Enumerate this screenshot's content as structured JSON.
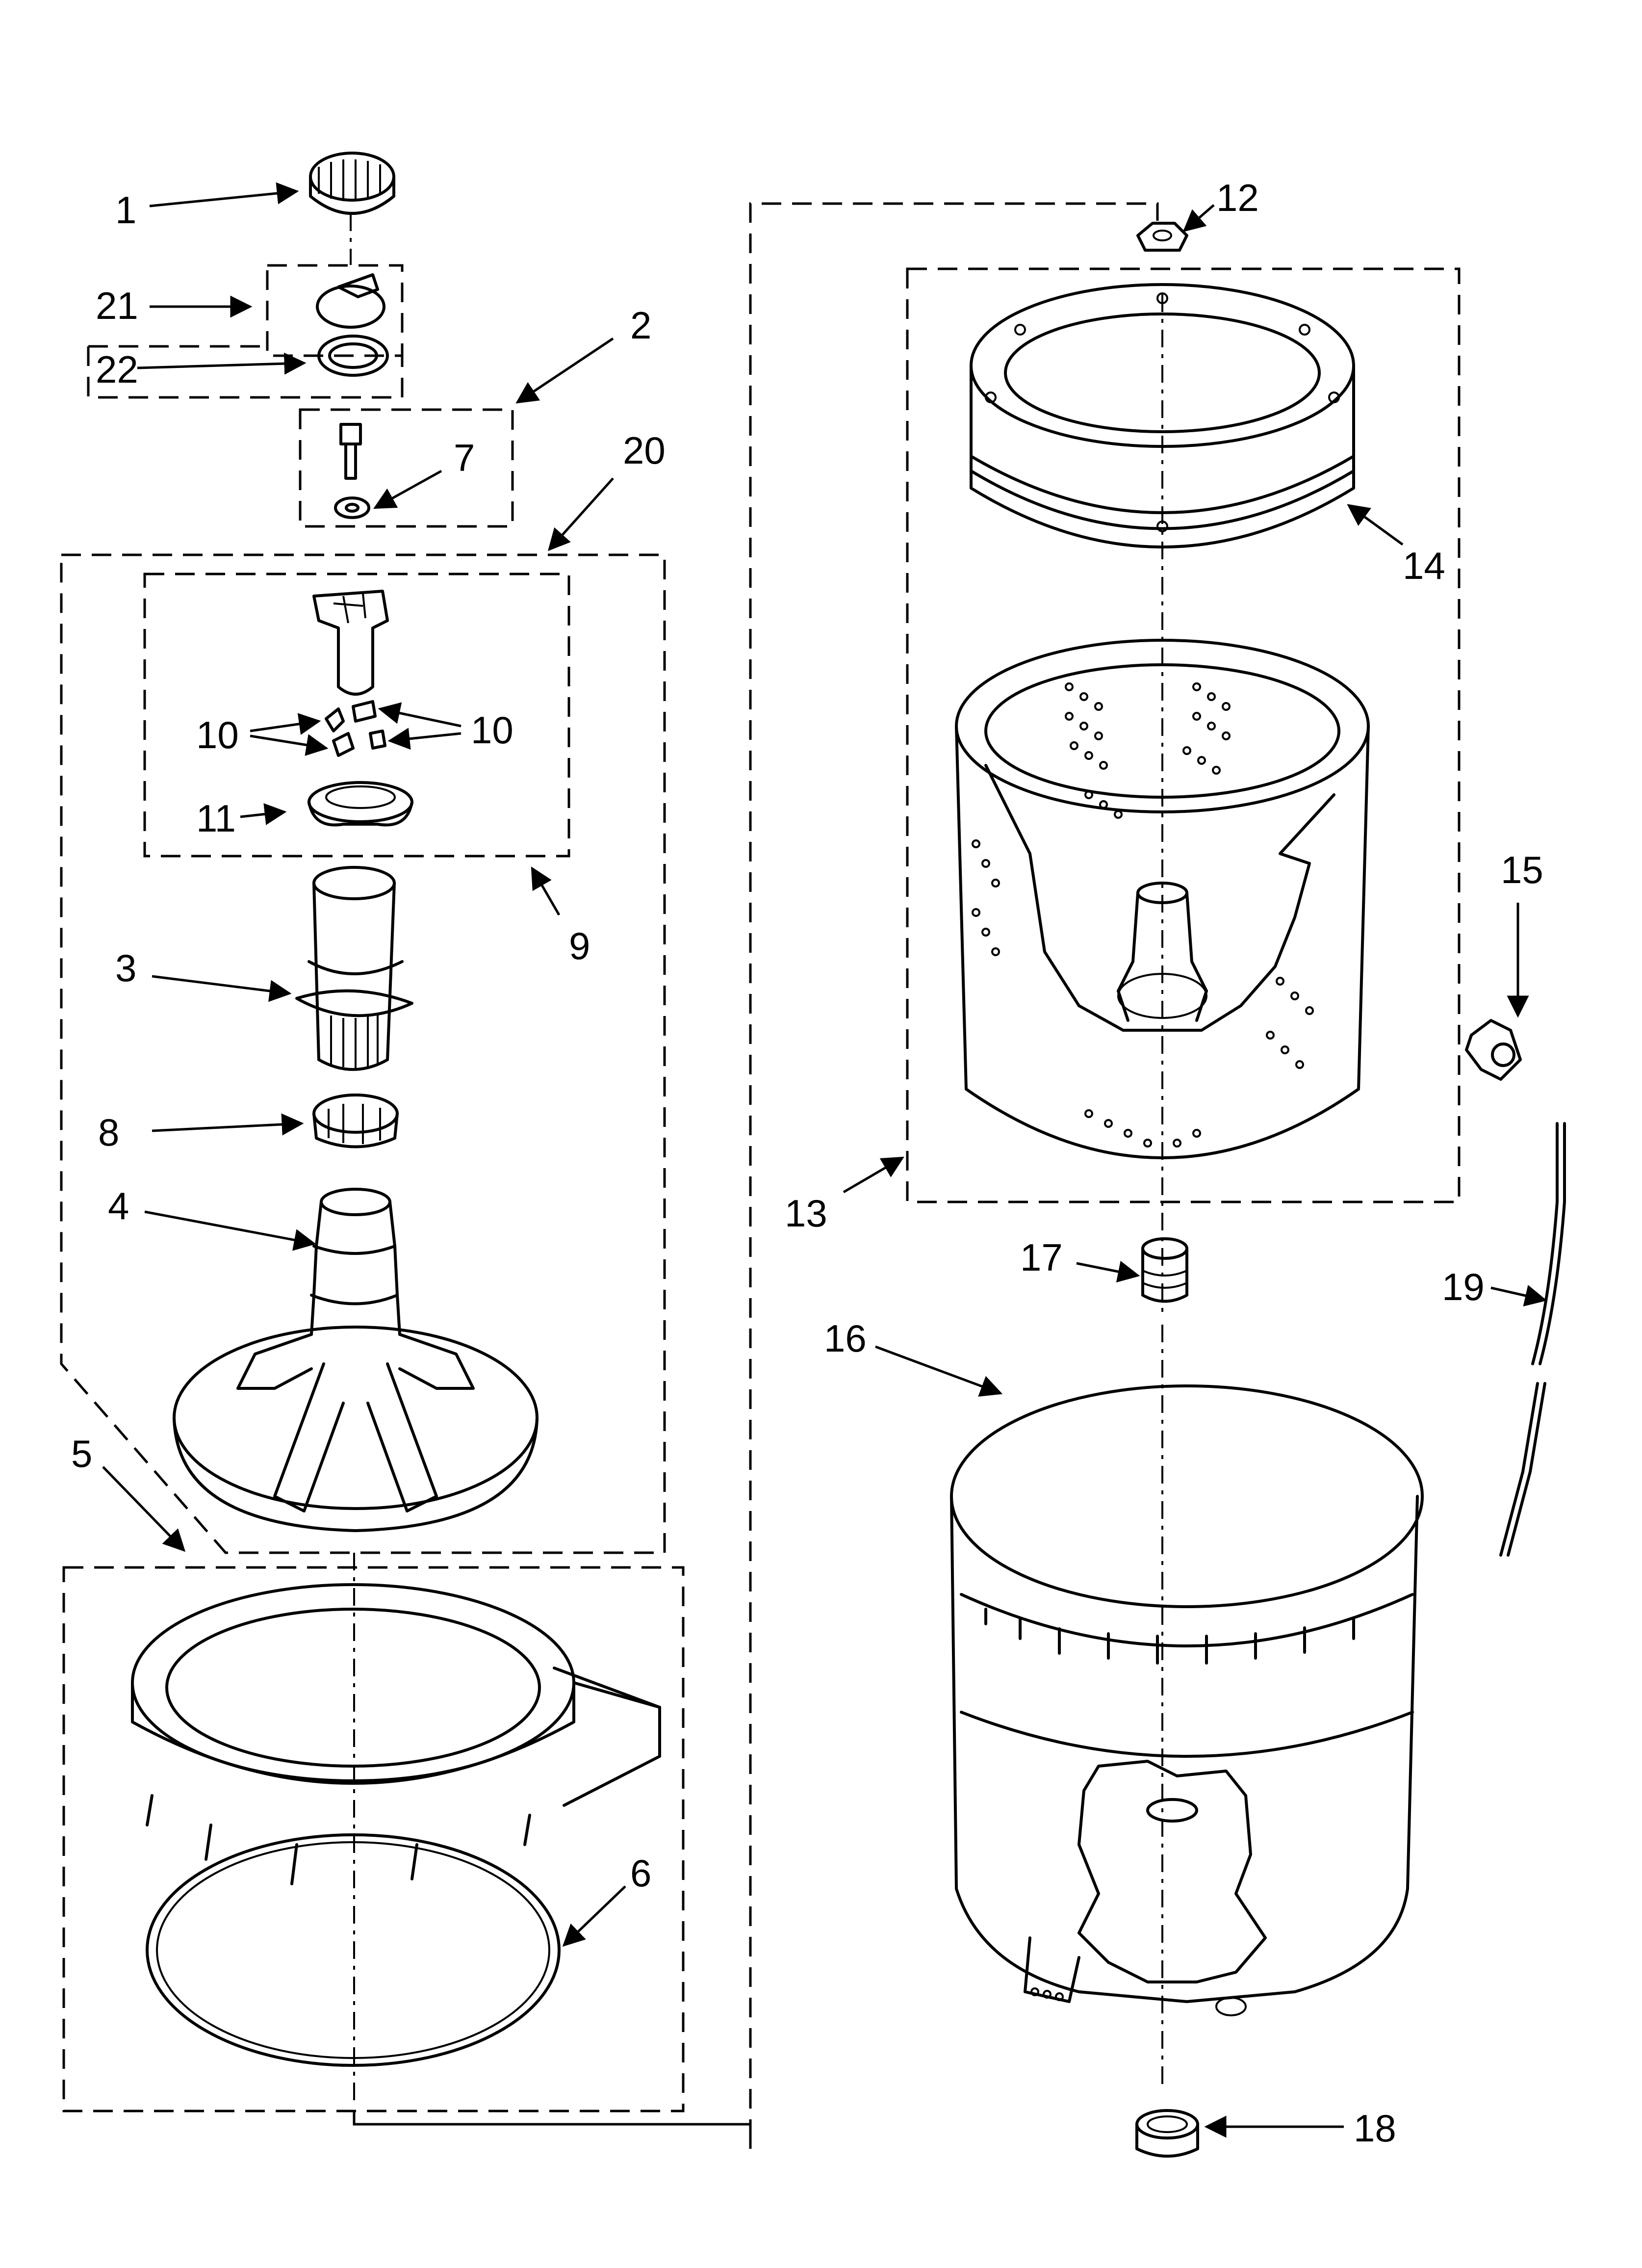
{
  "callouts": {
    "c1": "1",
    "c2": "2",
    "c3": "3",
    "c4": "4",
    "c5": "5",
    "c6": "6",
    "c7": "7",
    "c8": "8",
    "c9": "9",
    "c10a": "10",
    "c10b": "10",
    "c11": "11",
    "c12": "12",
    "c13": "13",
    "c14": "14",
    "c15": "15",
    "c16": "16",
    "c17": "17",
    "c18": "18",
    "c19": "19",
    "c20": "20",
    "c21": "21",
    "c22": "22"
  }
}
